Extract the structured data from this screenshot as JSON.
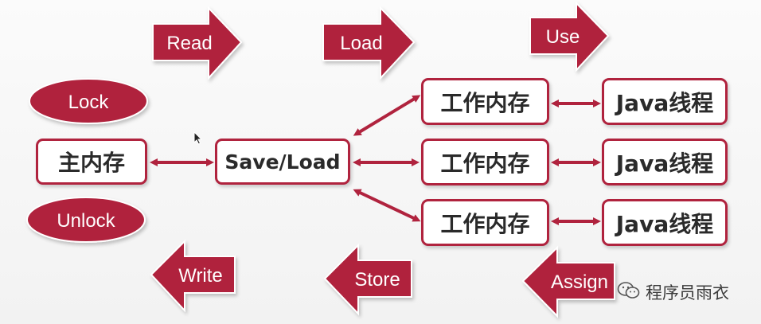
{
  "operations": {
    "read": "Read",
    "load": "Load",
    "use": "Use",
    "write": "Write",
    "store": "Store",
    "assign": "Assign",
    "lock": "Lock",
    "unlock": "Unlock"
  },
  "boxes": {
    "main_memory": "主内存",
    "save_load": "Save/Load",
    "working_memory": [
      "工作内存",
      "工作内存",
      "工作内存"
    ],
    "java_thread": [
      "Java线程",
      "Java线程",
      "Java线程"
    ]
  },
  "watermark": "程序员雨衣",
  "colors": {
    "accent": "#b0233e",
    "box_border": "#b0233e",
    "text": "#2a2a2a",
    "background": "#f6f6f6"
  },
  "icons": [
    "wechat-icon",
    "cursor-icon"
  ]
}
